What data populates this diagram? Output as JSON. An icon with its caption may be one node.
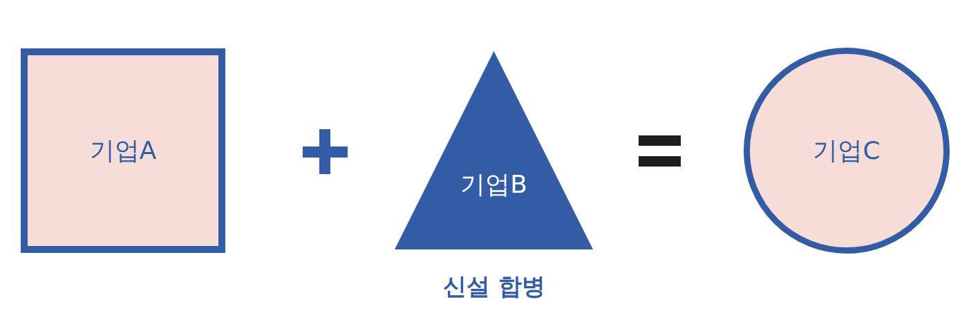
{
  "diagram": {
    "caption": "신설 합병",
    "nodes": [
      {
        "text": [
          "기업A"
        ]
      },
      {
        "text": [
          "기업B"
        ]
      },
      {
        "text": [
          "기업C"
        ]
      }
    ]
  }
}
